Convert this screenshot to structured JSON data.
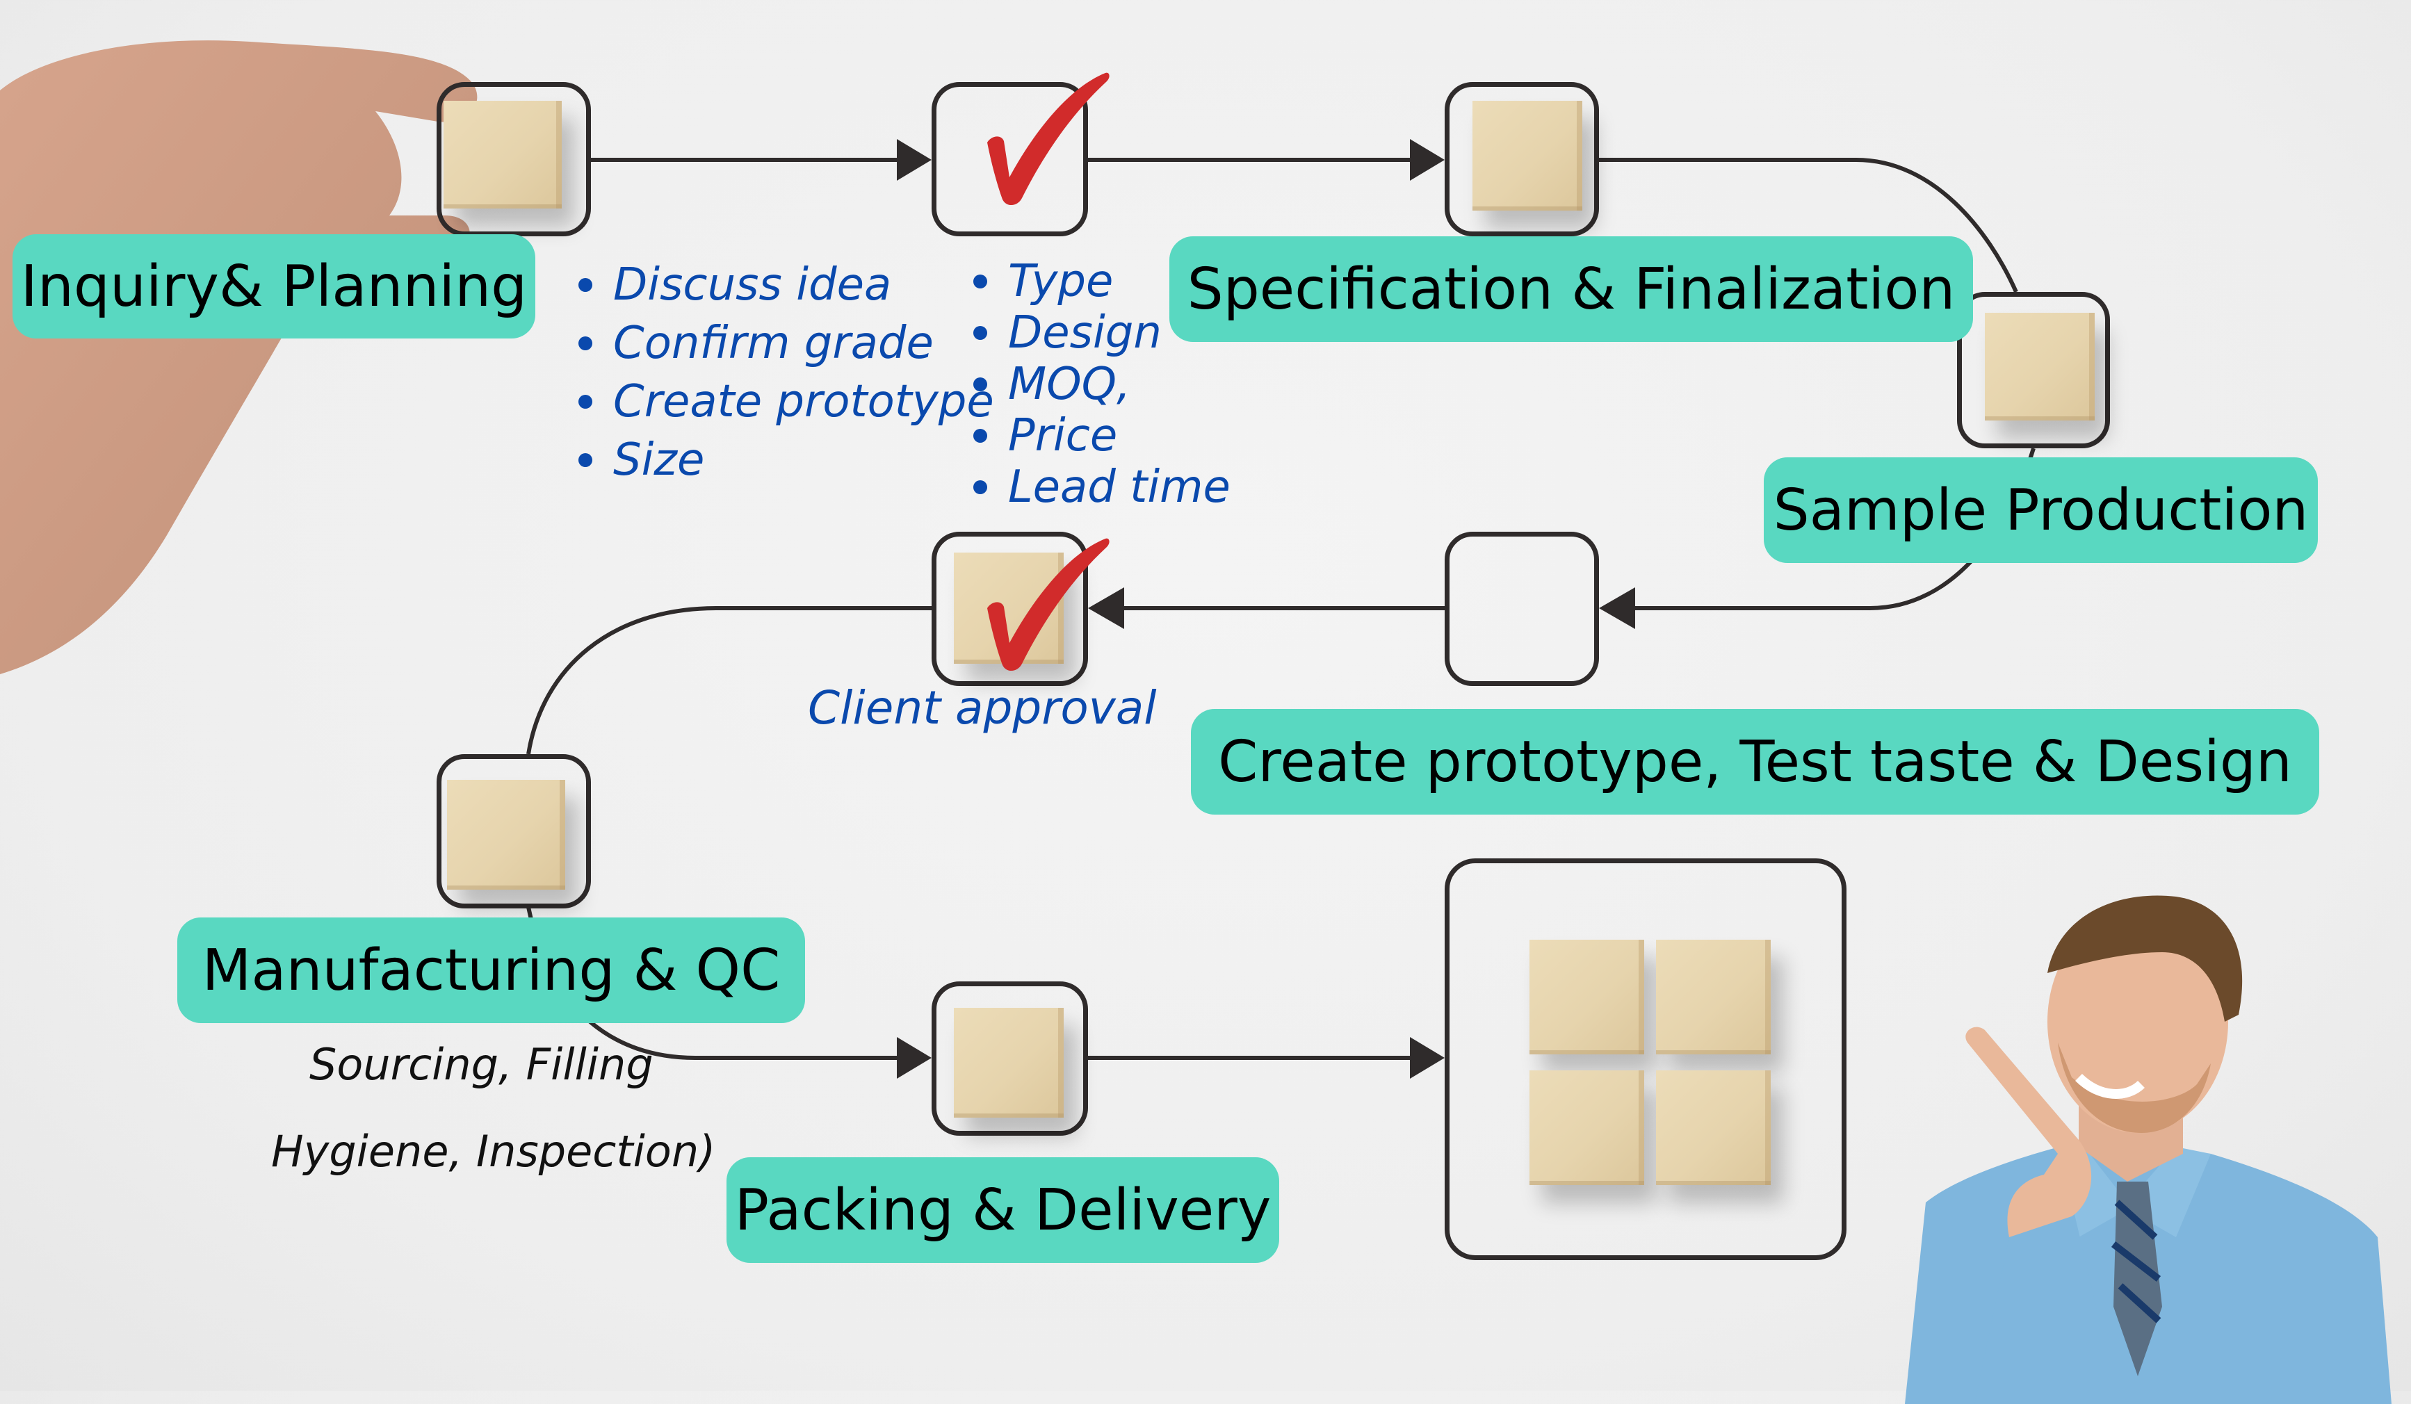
{
  "colors": {
    "pill_bg": "#59d8c1",
    "pill_text": "#000000",
    "note_blue": "#0a49ad",
    "check_red": "#d12b2b",
    "line": "#2f2b2b",
    "block_wood": "#e6d4ad",
    "background": "#f0f0f0"
  },
  "steps": [
    {
      "id": "inquiry",
      "label": "Inquiry& Planning",
      "has_block": true,
      "checked": false
    },
    {
      "id": "check-1",
      "label": "",
      "has_block": false,
      "checked": true
    },
    {
      "id": "specification",
      "label": "Specification & Finalization",
      "has_block": true,
      "checked": false
    },
    {
      "id": "sample",
      "label": "Sample Production",
      "has_block": true,
      "checked": false
    },
    {
      "id": "prototype",
      "label": "Create prototype, Test taste & Design",
      "has_block": false,
      "checked": false
    },
    {
      "id": "client-approval",
      "label": "Client approval",
      "has_block": true,
      "checked": true
    },
    {
      "id": "manufacturing",
      "label": "Manufacturing & QC",
      "has_block": true,
      "checked": false
    },
    {
      "id": "packing",
      "label": "Packing & Delivery",
      "has_block": true,
      "checked": false
    },
    {
      "id": "final",
      "label": "",
      "block_count": 4
    }
  ],
  "notes": {
    "inquiry_bullets": [
      "Discuss idea",
      "Confirm grade",
      "Create prototype",
      "Size"
    ],
    "spec_bullets": [
      "Type",
      "Design",
      "MOQ,",
      "Price",
      "Lead time"
    ],
    "client_approval": "Client approval",
    "manufacturing_line1": "Sourcing, Filling",
    "manufacturing_line2": "Hygiene, Inspection)"
  },
  "icons": {
    "check": "red-checkmark",
    "hand": "hand-holding-block",
    "person": "man-pointing"
  }
}
